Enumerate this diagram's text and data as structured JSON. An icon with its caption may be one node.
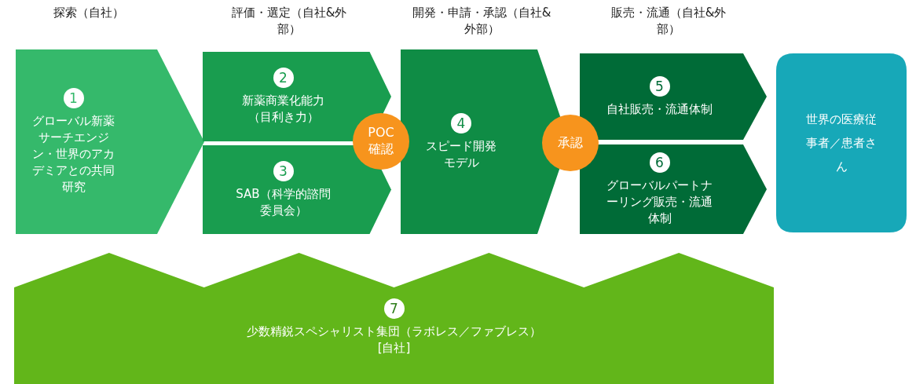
{
  "diagram": {
    "nodes": [
      {
        "text": [
          "1",
          "グローバル新薬サーチエンジン・世界のアカデミアとの共同研究"
        ]
      },
      {
        "text": [
          "2",
          "新薬商業化能力（目利き力）"
        ]
      },
      {
        "text": [
          "3",
          "SAB（科学的諮問委員会）"
        ]
      },
      {
        "text": [
          "POC確認"
        ]
      },
      {
        "text": [
          "4",
          "スピード開発モデル"
        ]
      },
      {
        "text": [
          "承認"
        ]
      },
      {
        "text": [
          "5",
          "自社販売・流通体制"
        ]
      },
      {
        "text": [
          "6",
          "グローバルパートナーリング販売・流通体制"
        ]
      },
      {
        "text": [
          "世界の医療従事者／患者さん"
        ]
      },
      {
        "text": [
          "7",
          "少数精鋭スペシャリスト集団（ラボレス／ファブレス）",
          "[自社]"
        ]
      }
    ],
    "labels": [
      "探索（自社）",
      "評価・選定（自社&外部）",
      "開発・申請・承認（自社&外部）",
      "販売・流通（自社&外部）"
    ]
  }
}
